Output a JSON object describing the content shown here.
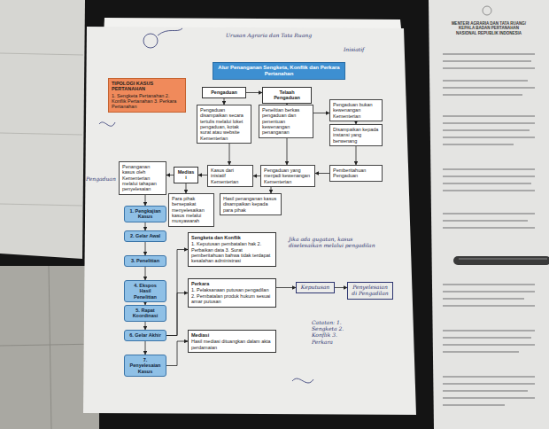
{
  "diagram": {
    "nodes": [
      {
        "text": [
          "Alur Penanganan Sengketa, Konflik dan Perkara Pertanahan"
        ]
      },
      {
        "text": [
          "TIPOLOGI KASUS PERTANAHAN",
          "1. Sengketa Pertanahan 2. Konflik Pertanahan 3. Perkara Pertanahan"
        ]
      },
      {
        "text": [
          "Pengaduan"
        ]
      },
      {
        "text": [
          "Pengaduan disampaikan secara tertulis melalui loket pengaduan, kotak surat atau website Kementerian"
        ]
      },
      {
        "text": [
          "Telaah Pengaduan"
        ]
      },
      {
        "text": [
          "Penelitian berkas pengaduan dan penentuan kewenangan penanganan"
        ]
      },
      {
        "text": [
          "Pengaduan bukan kewenangan Kementerian"
        ]
      },
      {
        "text": [
          "Disampaikan kepada instansi yang berwenang"
        ]
      },
      {
        "text": [
          "Pemberitahuan Pengaduan"
        ]
      },
      {
        "text": [
          "Pengaduan yang menjadi kewenangan Kementerian"
        ]
      },
      {
        "text": [
          "Kasus dari inisiatif Kementerian"
        ]
      },
      {
        "text": [
          "Mediasi"
        ]
      },
      {
        "text": [
          "Penanganan kasus oleh Kementerian melalui tahapan penyelesaian"
        ]
      },
      {
        "text": [
          "Para pihak bersepakat menyelesaikan kasus melalui musyawarah"
        ]
      },
      {
        "text": [
          "Hasil penanganan kasus disampaikan kepada para pihak"
        ]
      },
      {
        "text": [
          "1. Pengkajian Kasus"
        ]
      },
      {
        "text": [
          "2. Gelar Awal"
        ]
      },
      {
        "text": [
          "3. Penelitian"
        ]
      },
      {
        "text": [
          "4. Ekspos Hasil Penelitian"
        ]
      },
      {
        "text": [
          "5. Rapat Koordinasi"
        ]
      },
      {
        "text": [
          "6. Gelar Akhir"
        ]
      },
      {
        "text": [
          "7. Penyelesaian Kasus"
        ]
      },
      {
        "text": [
          "Sengketa dan Konflik",
          "1. Keputusan pembatalan hak 2. Perbaikan data 3. Surat pemberitahuan bahwa tidak terdapat kesalahan administrasi"
        ]
      },
      {
        "text": [
          "Perkara",
          "1. Pelaksanaan putusan pengadilan 2. Pembatalan produk hukum sesuai amar putusan"
        ]
      },
      {
        "text": [
          "Mediasi",
          "Hasil mediasi dituangkan dalam akta perdamaian"
        ]
      },
      {
        "text": [
          "Keputusan"
        ]
      },
      {
        "text": [
          "Penyelesaian di Pengadilan"
        ]
      }
    ],
    "edges": [
      {
        "from": 2,
        "to": 3,
        "arrow": "to"
      },
      {
        "from": 2,
        "to": 4,
        "arrow": "to"
      },
      {
        "from": 4,
        "to": 5,
        "arrow": "to"
      },
      {
        "from": 5,
        "to": 6,
        "arrow": "to"
      },
      {
        "from": 6,
        "to": 7,
        "arrow": "to"
      },
      {
        "from": 7,
        "to": 8,
        "arrow": "to"
      },
      {
        "from": 8,
        "to": 9,
        "arrow": "to"
      },
      {
        "from": 5,
        "to": 9,
        "arrow": "to"
      },
      {
        "from": 9,
        "to": 10,
        "arrow": "to"
      },
      {
        "from": 3,
        "to": 10,
        "arrow": "to"
      },
      {
        "from": 10,
        "to": 11,
        "arrow": "to"
      },
      {
        "from": 11,
        "to": 12,
        "arrow": "to"
      },
      {
        "from": 11,
        "to": 13,
        "arrow": "to"
      },
      {
        "from": 9,
        "to": 14,
        "arrow": "to"
      },
      {
        "from": 12,
        "to": 15,
        "arrow": "to"
      },
      {
        "from": 15,
        "to": 16,
        "arrow": "to"
      },
      {
        "from": 16,
        "to": 17,
        "arrow": "to"
      },
      {
        "from": 17,
        "to": 18,
        "arrow": "to"
      },
      {
        "from": 18,
        "to": 19,
        "arrow": "to"
      },
      {
        "from": 19,
        "to": 20,
        "arrow": "to"
      },
      {
        "from": 20,
        "to": 21,
        "arrow": "to"
      },
      {
        "from": 20,
        "to": 22,
        "arrow": "to"
      },
      {
        "from": 20,
        "to": 23,
        "arrow": "to"
      },
      {
        "from": 21,
        "to": 24,
        "arrow": "to"
      },
      {
        "from": 23,
        "to": 25,
        "arrow": "to"
      },
      {
        "from": 25,
        "to": 26,
        "arrow": "to"
      }
    ],
    "labels": [
      "Urusan Agraria dan Tata Ruang",
      "Inisiatif",
      "Pengaduan",
      "Jika ada gugatan, kasus diselesaikan melalui pengadilan",
      "Catatan: 1. Sengketa 2. Konflik 3. Perkara",
      "MENTERI AGRARIA DAN TATA RUANG/ KEPALA BADAN PERTANAHAN NASIONAL REPUBLIK INDONESIA"
    ]
  }
}
